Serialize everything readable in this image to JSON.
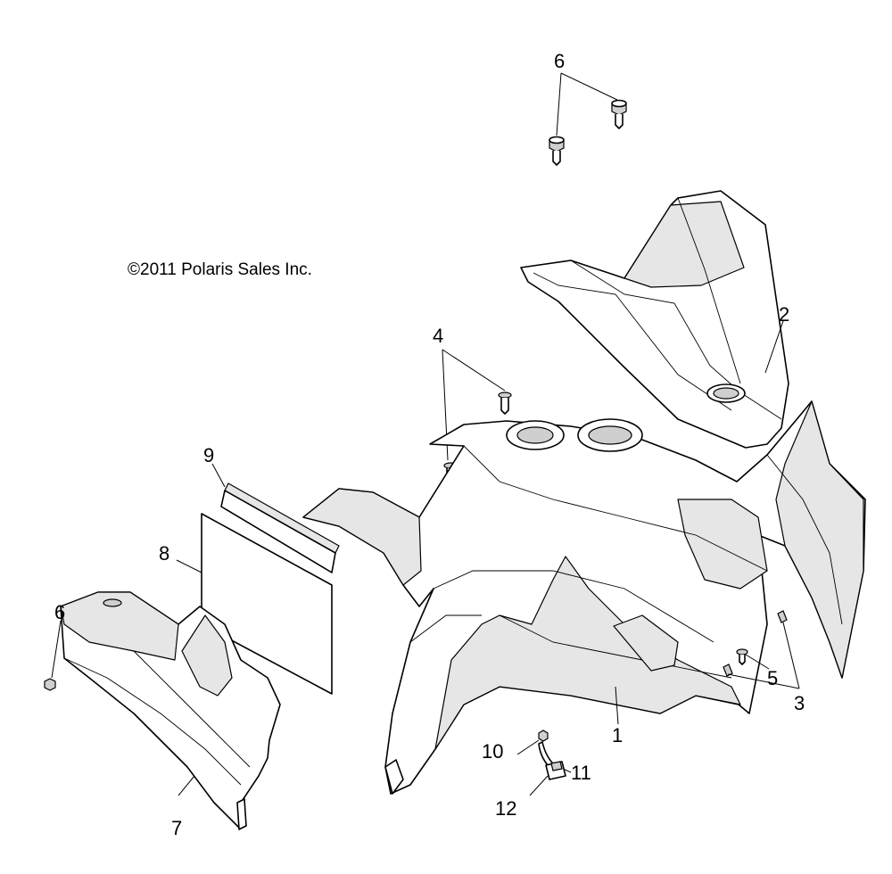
{
  "copyright": "©2011 Polaris Sales Inc.",
  "callouts": {
    "c1": "1",
    "c2": "2",
    "c3": "3",
    "c4": "4",
    "c5": "5",
    "c6_top": "6",
    "c6_left": "6",
    "c7": "7",
    "c8": "8",
    "c9": "9",
    "c10": "10",
    "c11": "11",
    "c12": "12"
  }
}
